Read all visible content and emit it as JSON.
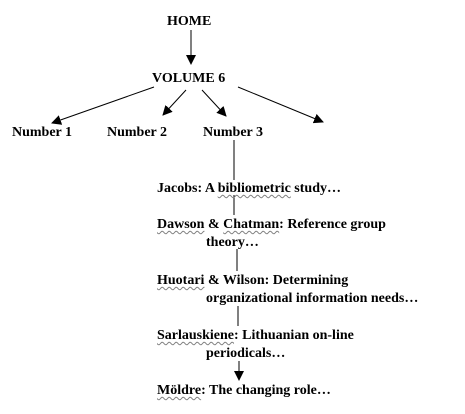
{
  "home": "HOME",
  "volume": "VOLUME 6",
  "numbers": [
    "Number 1",
    "Number 2",
    "Number 3"
  ],
  "articles": [
    {
      "author": "Jacobs",
      "rest": ": A ",
      "wavy_word": "bibliometric",
      "after": " study…",
      "line2": ""
    },
    {
      "author": "Dawson",
      "rest": " & ",
      "wavy_word": "Chatman",
      "after": ": Reference group",
      "line2": "theory…"
    },
    {
      "author": "Huotari",
      "rest": " & Wilson: Determining",
      "wavy_word": "",
      "after": "",
      "line2": "organizational information needs…"
    },
    {
      "author": "Sarlauskiene",
      "rest": ": Lithuanian on-line",
      "wavy_word": "",
      "after": "",
      "line2": "periodicals…"
    },
    {
      "author": "Möldre",
      "rest": ": The changing role…",
      "wavy_word": "",
      "after": "",
      "line2": ""
    }
  ],
  "colors": {
    "ink": "#000000",
    "spellcheck": "#7f7f7f",
    "background": "#ffffff"
  }
}
